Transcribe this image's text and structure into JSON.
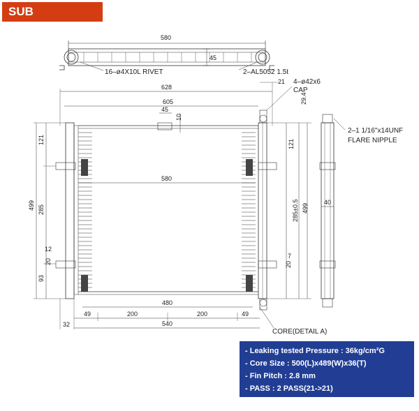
{
  "badge": {
    "label": "SUB"
  },
  "drawing": {
    "top_view": {
      "width_dim": "580",
      "height_dim": "45",
      "rivet_note": "16–ø4X10L RIVET",
      "plate_note": "2–AL5052 1.5t"
    },
    "front_view": {
      "overall_width": "628",
      "mid_width": "605",
      "offset_45": "45",
      "offset_10": "10",
      "inner_width": "580",
      "bottom_inner": "480",
      "bottom_outer": "540",
      "bottom_seg_left": "49",
      "bottom_seg_mid1": "200",
      "bottom_seg_mid2": "200",
      "bottom_seg_right": "49",
      "left_offset": "32",
      "left_total": "499",
      "left_121": "121",
      "left_285": "285",
      "left_93": "93",
      "left_12": "12",
      "left_20": "20",
      "right_21": "21",
      "right_294": "29.4",
      "right_121": "121",
      "right_285": "285±0.5",
      "right_499": "499",
      "right_7": "7",
      "right_20": "20",
      "cap_note": "4–ø42x6",
      "cap_label": "CAP",
      "core_note": "CORE(DETAIL  A)"
    },
    "side_view": {
      "width_dim": "40",
      "nipple_note": "2–1 1/16\"x14UNF",
      "nipple_label": "FLARE NIPPLE"
    }
  },
  "specs": {
    "pressure": "- Leaking tested Pressure : 36kg/cm²G",
    "core_size": "- Core Size : 500(L)x489(W)x36(T)",
    "fin_pitch": "- Fin Pitch : 2.8 mm",
    "pass": "- PASS : 2 PASS(21->21)"
  },
  "colors": {
    "badge": "#d43d12",
    "spec_panel": "#213e94",
    "line": "#333333"
  }
}
